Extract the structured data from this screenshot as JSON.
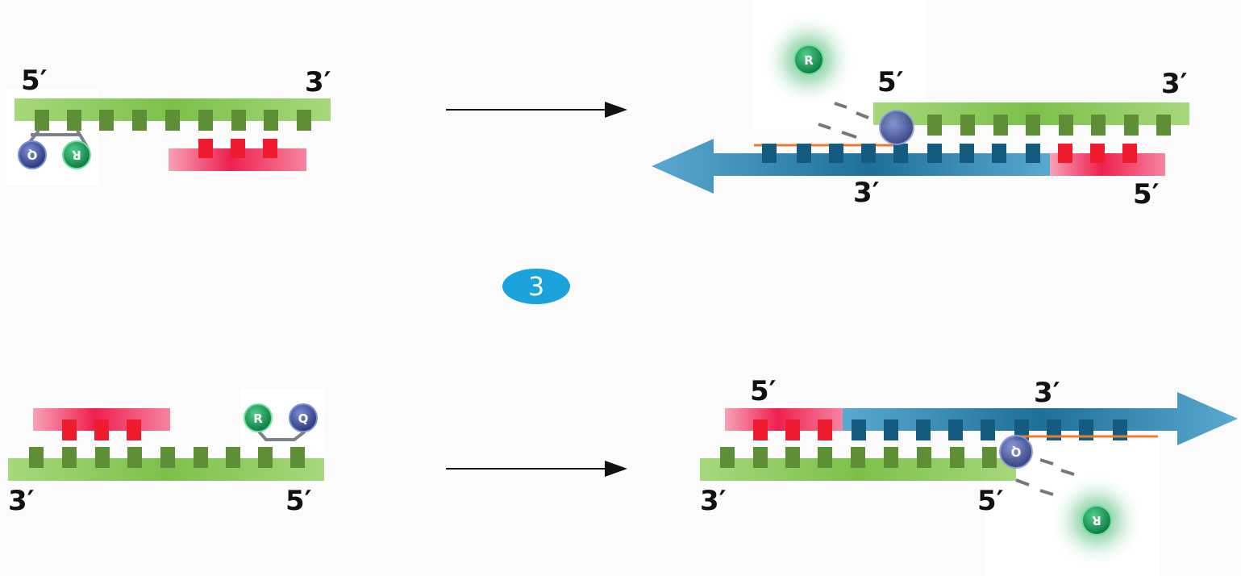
{
  "diagram": {
    "step_number": "3",
    "labels": {
      "five_prime": "5′",
      "three_prime": "3′"
    },
    "reporter_letter": "R",
    "quencher_letter": "Q"
  },
  "colors": {
    "probe_green": "#7cc04a",
    "probe_tooth": "#5e8f37",
    "primer_red": "#ee2050",
    "extension_blue": "#1e6f99",
    "reporter_green": "#1aa05c",
    "quencher_blue": "#3e4f9e",
    "step_badge": "#1aa2dc"
  }
}
